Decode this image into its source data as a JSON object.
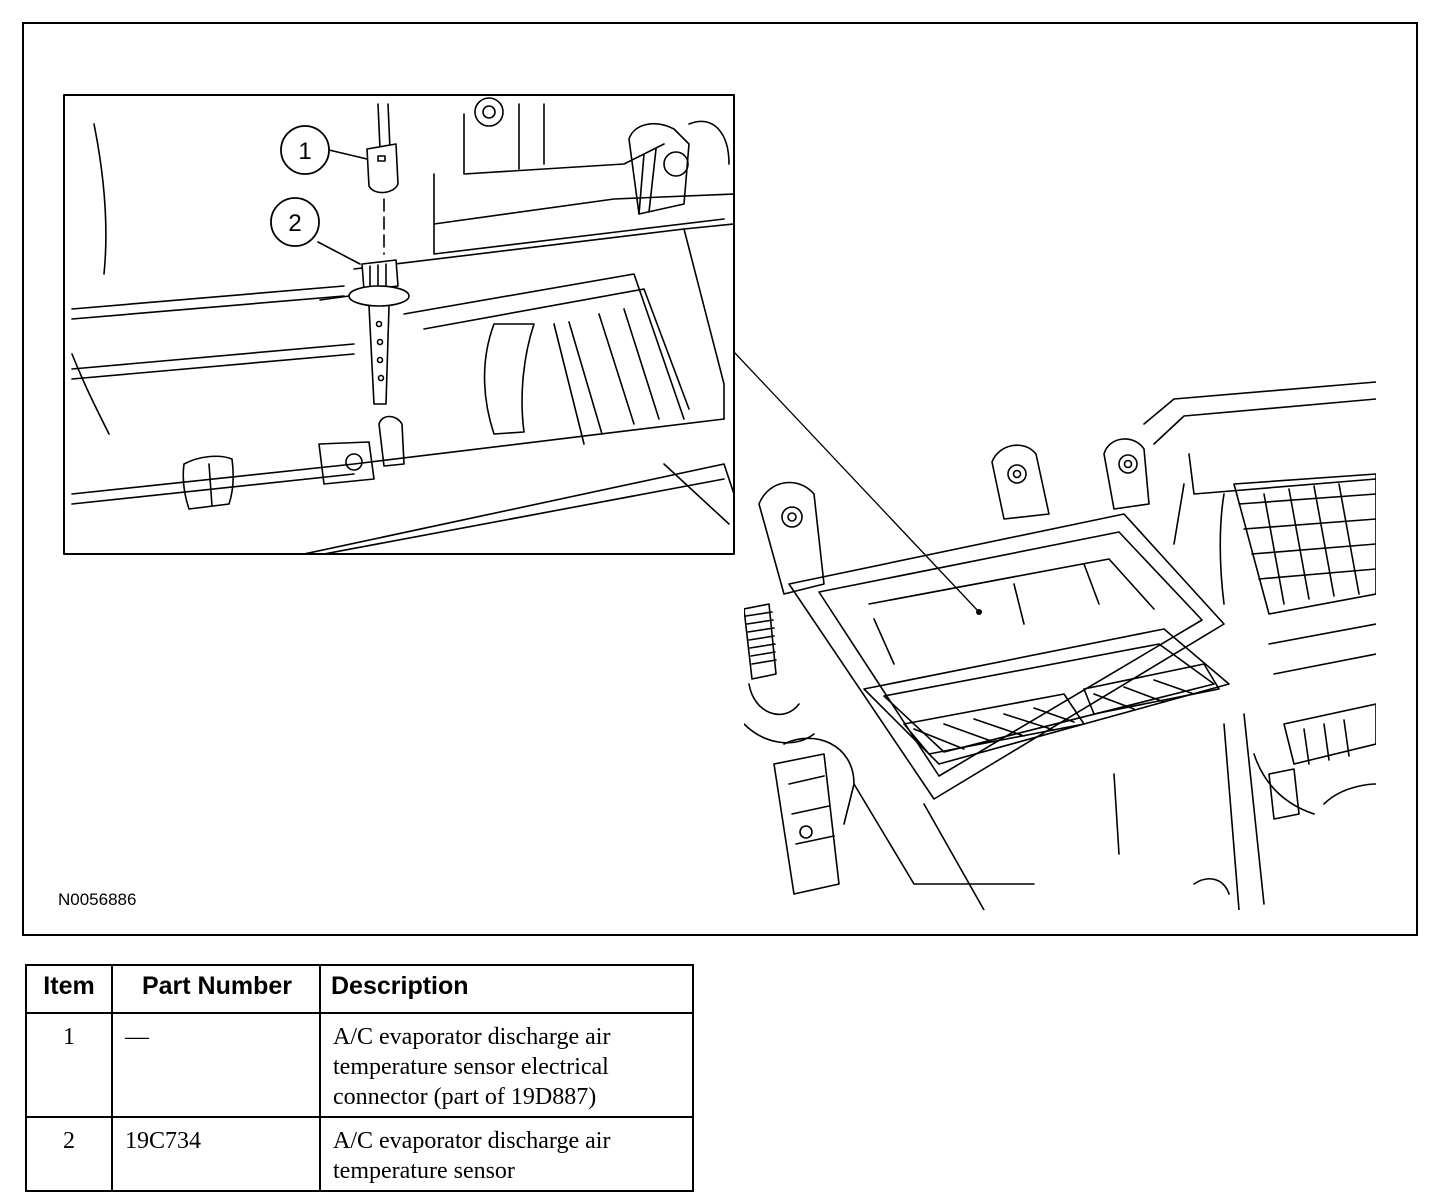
{
  "figure": {
    "figure_id": "N0056886",
    "callouts": [
      "1",
      "2"
    ]
  },
  "table": {
    "headers": [
      "Item",
      "Part Number",
      "Description"
    ],
    "rows": [
      {
        "item": "1",
        "part_number": "—",
        "description": "A/C evaporator discharge air temperature sensor electrical connector (part of 19D887)"
      },
      {
        "item": "2",
        "part_number": "19C734",
        "description": "A/C evaporator discharge air temperature sensor"
      }
    ]
  }
}
